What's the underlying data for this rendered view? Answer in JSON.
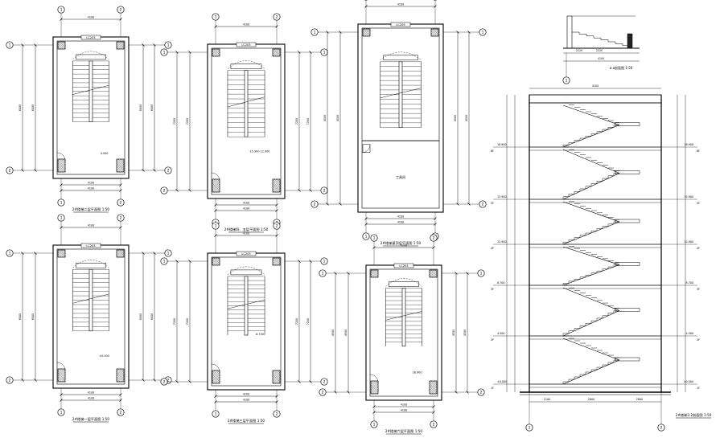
{
  "plans": [
    {
      "title": "2#楼梯二层平面图 1:50",
      "tag": "LC205",
      "elev": "4.500",
      "dims_top": [
        "4100"
      ],
      "dims_bottom": [
        "4100",
        "4100"
      ],
      "dims_left": [
        "6000"
      ],
      "dims_right": [
        "6000"
      ],
      "axis_top": [
        "1",
        "2"
      ],
      "axis_bottom": [
        "1",
        "2"
      ]
    },
    {
      "title": "2#楼梯四、五层平面图 1:50",
      "tag": "LC205",
      "elev": "15.900 12.900",
      "dims_top": [
        "4100"
      ],
      "dims_bottom": [
        "4100",
        "4100"
      ],
      "dims_left": [
        "7200"
      ],
      "dims_right": [
        "7200"
      ],
      "axis_top": [
        "1",
        "2"
      ],
      "axis_bottom": [
        "1",
        "2"
      ]
    },
    {
      "title": "2#楼梯屋顶层平面图 1:50",
      "tag": "LC205",
      "elev": "",
      "room": "工具间",
      "dims_top": [
        "4100"
      ],
      "dims_bottom": [
        "4100",
        "4100"
      ],
      "dims_left": [
        "4500"
      ],
      "dims_right": [
        "4500"
      ],
      "axis_top": [
        "1",
        "2"
      ],
      "axis_bottom": [
        "1",
        "2"
      ]
    },
    {
      "title": "2#楼梯一层平面图 1:50",
      "tag": "LC205",
      "elev": "±0.000",
      "dims_top": [
        "4100"
      ],
      "dims_bottom": [
        "4100",
        "4100"
      ],
      "dims_left": [
        "6000"
      ],
      "dims_right": [
        "6000"
      ],
      "axis_top": [
        "1",
        "2"
      ],
      "axis_bottom": [
        "1",
        "2"
      ]
    },
    {
      "title": "2#楼梯三层平面图 1:50",
      "tag": "LC205",
      "elev": "8.700",
      "dims_top": [
        "4100"
      ],
      "dims_bottom": [
        "4100",
        "4100"
      ],
      "dims_left": [
        "7200"
      ],
      "dims_right": [
        "7200"
      ],
      "axis_top": [
        "1",
        "2"
      ],
      "axis_bottom": [
        "1",
        "2"
      ]
    },
    {
      "title": "2#楼梯六层平面图 1:50",
      "tag": "LC205",
      "elev": "18.900",
      "dims_top": [
        "4100"
      ],
      "dims_bottom": [
        "4100",
        "4100"
      ],
      "dims_left": [
        "4500"
      ],
      "dims_right": [
        "4500"
      ],
      "axis_top": [
        "1",
        "2"
      ],
      "axis_bottom": [
        "1",
        "2"
      ]
    }
  ],
  "small_section": {
    "title": "a-a剖面图 1:50",
    "dims": [
      "2220",
      "2220",
      "4100"
    ],
    "axis": [
      "1"
    ]
  },
  "section": {
    "title": "2#楼梯2-2剖面图 1:50",
    "levels_left": [
      "18.900",
      "15.900",
      "12.900",
      "8.700",
      "4.500",
      "±0.000"
    ],
    "levels_right": [
      "18.900",
      "15.900",
      "12.900",
      "8.700",
      "4.500",
      "±0.000"
    ],
    "floors_left": [
      "6F",
      "5F",
      "4F",
      "3F",
      "2F",
      "1F"
    ],
    "floors_right": [
      "6F",
      "5F",
      "4F",
      "3F",
      "2F",
      "1F"
    ],
    "dims_bottom": [
      "2100",
      "2800",
      "2800"
    ],
    "axis": [
      "1",
      "2"
    ],
    "top_dim": "4100"
  }
}
